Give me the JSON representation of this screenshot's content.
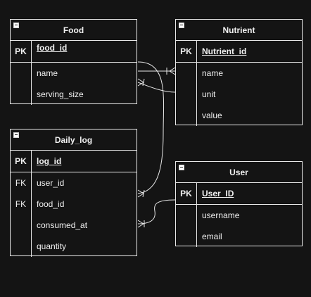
{
  "entities": {
    "food": {
      "title": "Food",
      "pk": {
        "key": "PK",
        "name": "food_id"
      },
      "fields": [
        {
          "key": "",
          "name": "name"
        },
        {
          "key": "",
          "name": "serving_size"
        }
      ]
    },
    "nutrient": {
      "title": "Nutrient",
      "pk": {
        "key": "PK",
        "name": "Nutrient_id"
      },
      "fields": [
        {
          "key": "",
          "name": "name"
        },
        {
          "key": "",
          "name": "unit"
        },
        {
          "key": "",
          "name": "value"
        }
      ]
    },
    "daily_log": {
      "title": "Daily_log",
      "pk": {
        "key": "PK",
        "name": "log_id"
      },
      "fields": [
        {
          "key": "FK",
          "name": "user_id"
        },
        {
          "key": "FK",
          "name": "food_id"
        },
        {
          "key": "",
          "name": "consumed_at"
        },
        {
          "key": "",
          "name": "quantity"
        }
      ]
    },
    "user": {
      "title": "User",
      "pk": {
        "key": "PK",
        "name": "User_ID"
      },
      "fields": [
        {
          "key": "",
          "name": "username"
        },
        {
          "key": "",
          "name": "email"
        }
      ]
    }
  },
  "colors": {
    "background": "#141414",
    "border": "#e8e8e8",
    "text": "#f0f0f0"
  }
}
